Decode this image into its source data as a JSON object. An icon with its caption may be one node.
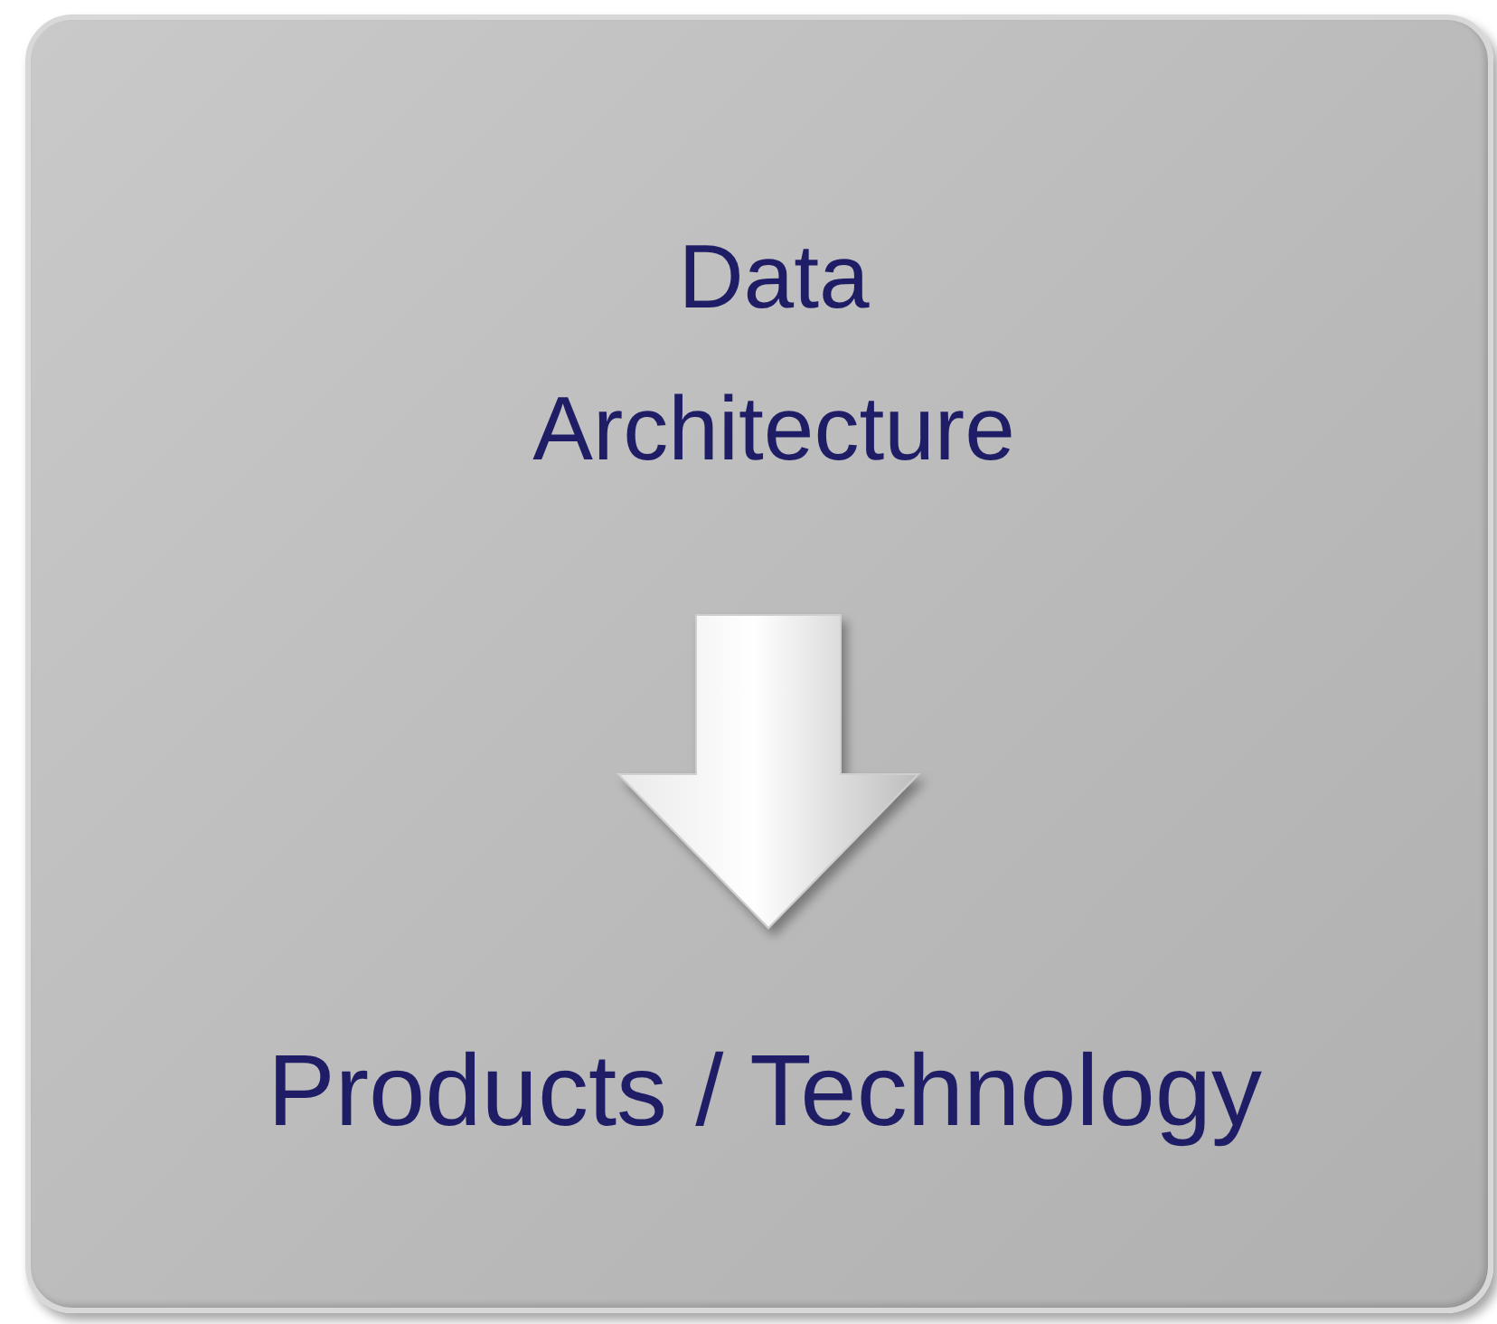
{
  "diagram": {
    "nodes": [
      {
        "text": [],
        "shape": "box"
      },
      {
        "text": [
          "Data Architecture"
        ],
        "in": 0
      },
      {
        "text": [
          "Products / Technology"
        ],
        "in": 0
      }
    ],
    "edges": [
      {
        "from": 1,
        "to": 2,
        "arrow": "to",
        "style": "thick"
      }
    ]
  }
}
